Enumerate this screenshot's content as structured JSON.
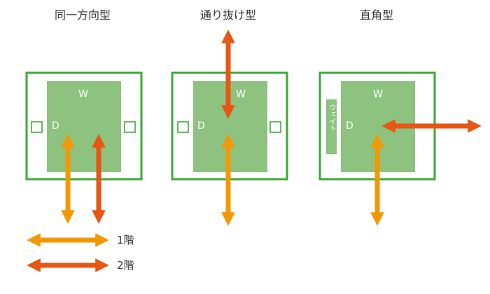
{
  "panels": {
    "same_direction": {
      "title": "同一方向型",
      "top_label": "W",
      "side_label": "D"
    },
    "through": {
      "title": "通り抜け型",
      "top_label": "W",
      "side_label": "D"
    },
    "right_angle": {
      "title": "直角型",
      "top_label": "W",
      "side_label": "D",
      "weight_label": "ウェイト"
    }
  },
  "legend": {
    "floor1": {
      "label": "1階",
      "color": "#F39800"
    },
    "floor2": {
      "label": "2階",
      "color": "#E95513"
    }
  },
  "colors": {
    "frame": "#3BAA35",
    "cage": "#8DC27F",
    "weight": "#8DC27F"
  }
}
